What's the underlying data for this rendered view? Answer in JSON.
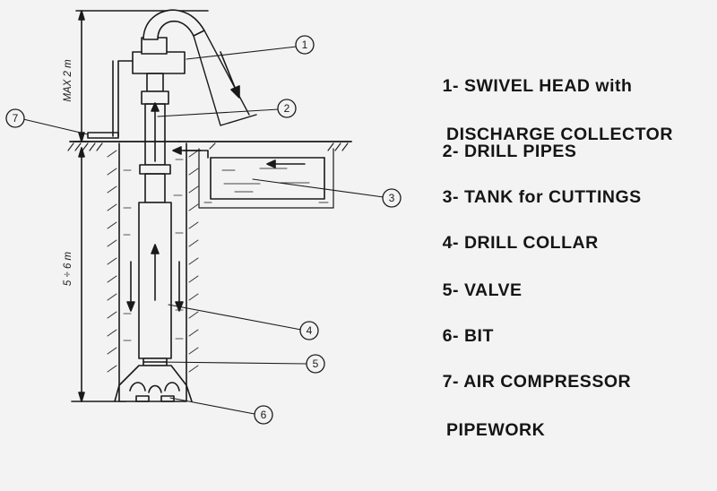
{
  "legend": [
    {
      "number": "1-",
      "lines": [
        "SWIVEL HEAD with",
        "DISCHARGE COLLECTOR"
      ]
    },
    {
      "number": "2-",
      "lines": [
        "DRILL PIPES"
      ]
    },
    {
      "number": "3-",
      "lines": [
        "TANK for CUTTINGS"
      ]
    },
    {
      "number": "4-",
      "lines": [
        "DRILL COLLAR"
      ]
    },
    {
      "number": "5-",
      "lines": [
        "VALVE"
      ]
    },
    {
      "number": "6-",
      "lines": [
        "BIT"
      ]
    },
    {
      "number": "7-",
      "lines": [
        "AIR COMPRESSOR",
        "PIPEWORK"
      ]
    }
  ],
  "callouts": [
    "1",
    "2",
    "3",
    "4",
    "5",
    "6",
    "7"
  ],
  "dimensions": {
    "upper": "MAX 2 m",
    "lower": "5 ÷ 6 m"
  }
}
